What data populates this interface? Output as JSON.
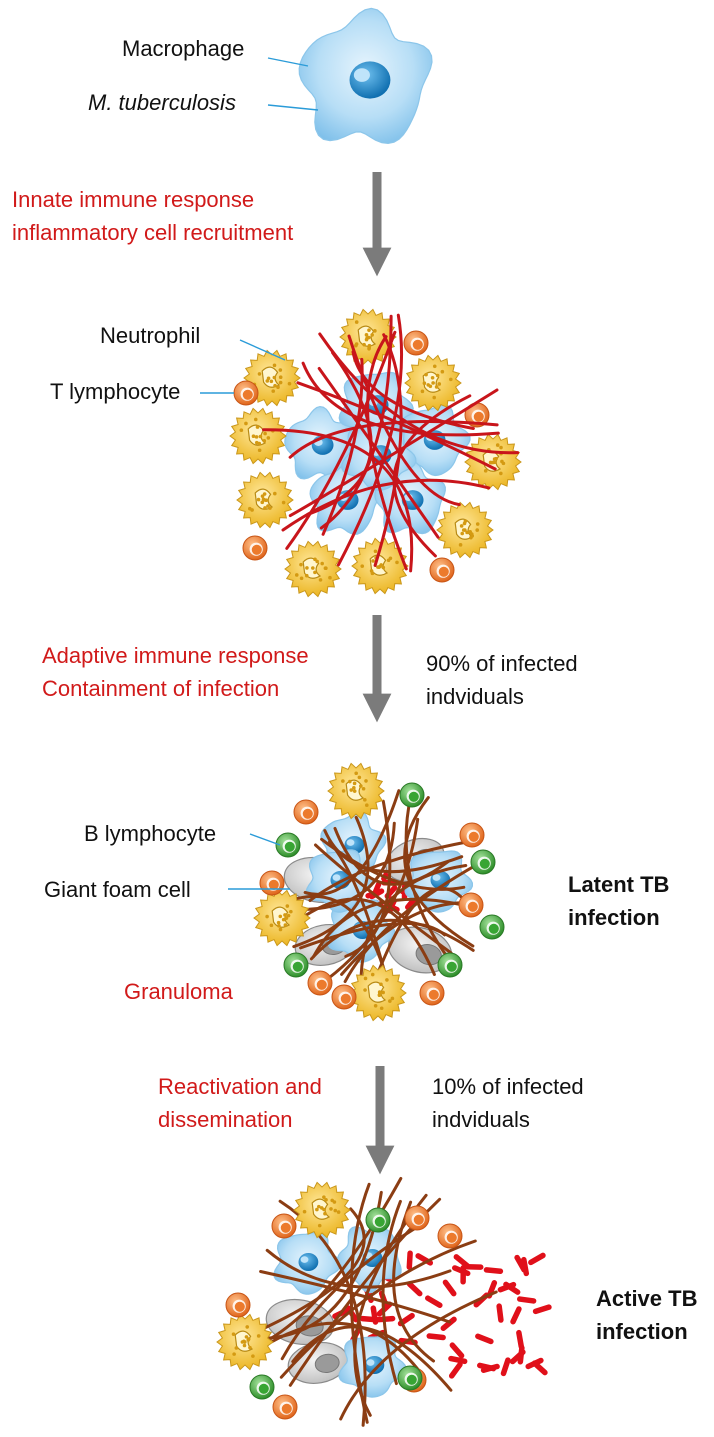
{
  "stage1": {
    "macrophage_label": "Macrophage",
    "mtb_label": "M. tuberculosis"
  },
  "step1": {
    "line1": "Innate immune response",
    "line2": "inflammatory cell recruitment"
  },
  "stage2": {
    "neutrophil_label": "Neutrophil",
    "tlymph_label": "T lymphocyte"
  },
  "step2": {
    "line1": "Adaptive immune response",
    "line2": "Containment of infection",
    "pct_line1": "90% of infected",
    "pct_line2": "indviduals"
  },
  "stage3": {
    "blymph_label": "B lymphocyte",
    "foam_label": "Giant foam cell",
    "granuloma_label": "Granuloma",
    "outcome_line1": "Latent TB",
    "outcome_line2": "infection"
  },
  "step3": {
    "line1": "Reactivation and",
    "line2": "dissemination",
    "pct_line1": "10% of infected",
    "pct_line2": "indviduals"
  },
  "stage4": {
    "outcome_line1": "Active TB",
    "outcome_line2": "infection"
  },
  "colors": {
    "text_red": "#d11a1a",
    "arrow": "#7b7b7b",
    "macrophage": "#a9d6f2",
    "macrophage_nucleus": "#1a86c8",
    "bacterium": "#e0101a",
    "neutrophil": "#f5c634",
    "t_lymphocyte": "#f08a3c",
    "b_lymphocyte": "#4fb24a",
    "fibrin_red": "#c8151b",
    "fibrin_brown": "#8b3d13",
    "foam_cell": "#c8c8c8"
  }
}
